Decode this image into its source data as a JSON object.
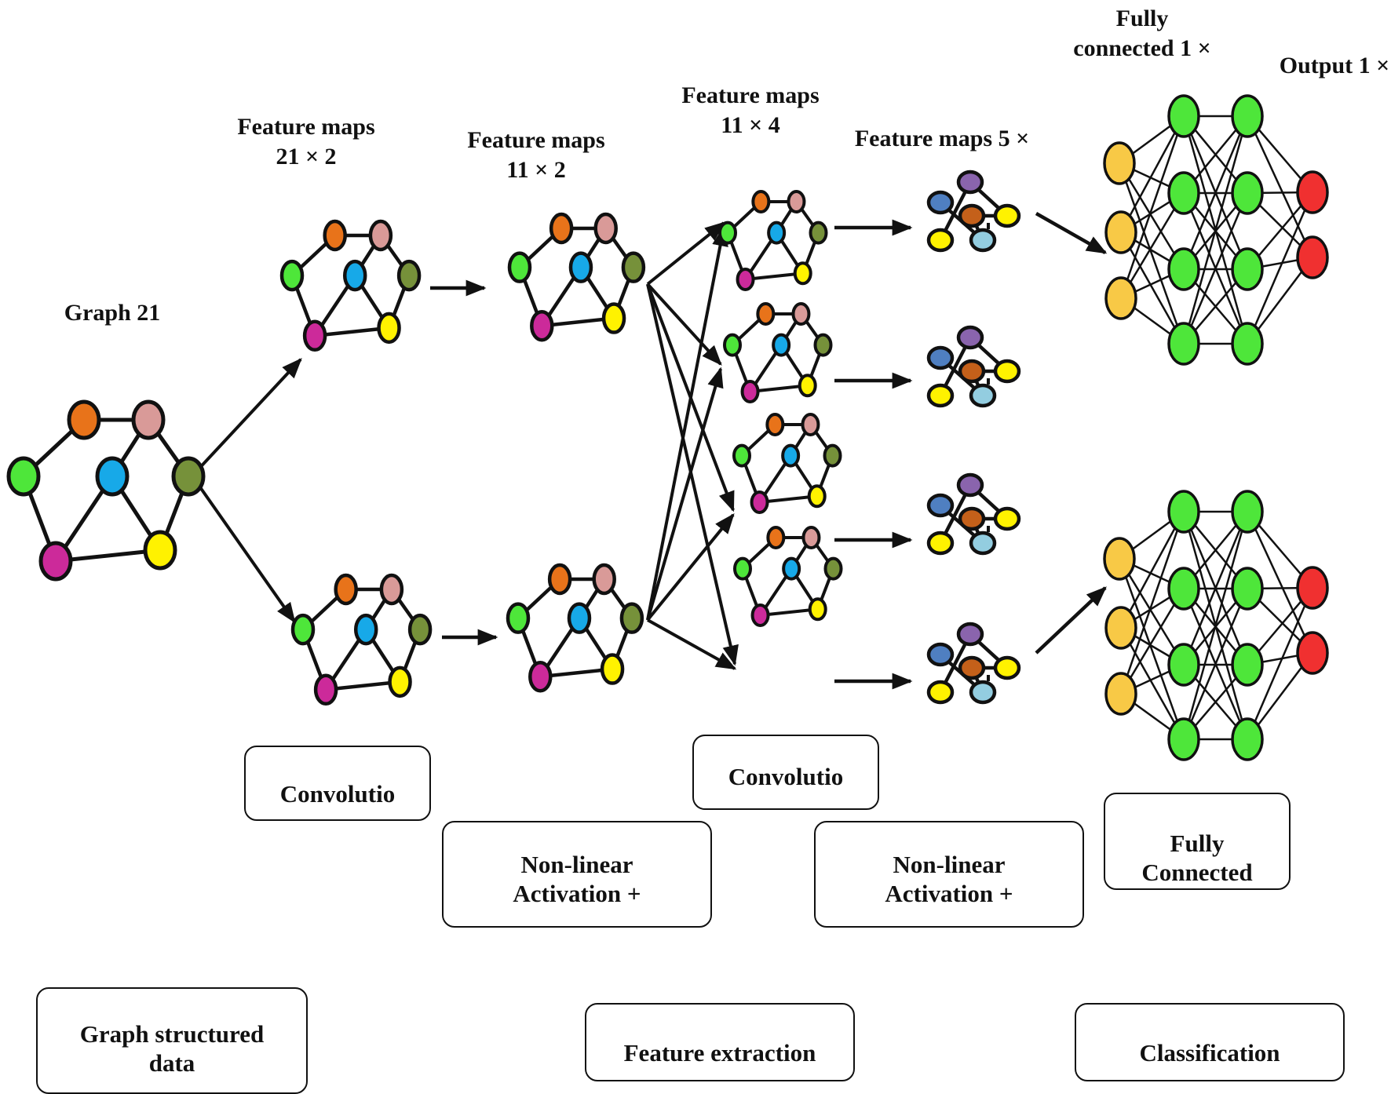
{
  "labels": {
    "graph_input": "Graph 21",
    "fm_21x2": [
      "Feature maps",
      "21 × 2"
    ],
    "fm_11x2": [
      "Feature maps",
      "11 × 2"
    ],
    "fm_11x4": [
      "Feature maps",
      "11 × 4"
    ],
    "fm_5x": [
      "Feature maps 5 ×"
    ],
    "fully_connected": [
      "Fully",
      "connected 1 ×"
    ],
    "output": [
      "Output 1 ×"
    ]
  },
  "stage_boxes": {
    "convolution_1": "Convolutio",
    "activation_1": "Non-linear\nActivation +",
    "convolution_2": "Convolutio",
    "activation_2": "Non-linear\nActivation +",
    "fully_connected": "Fully\nConnected"
  },
  "phase_boxes": {
    "graph_data": "Graph structured\ndata",
    "feature_extraction": "Feature extraction",
    "classification": "Classification"
  },
  "colors": {
    "green": "#4ee63a",
    "orange": "#e8731a",
    "pink": "#d99a98",
    "blue": "#17a9e8",
    "olive": "#76913a",
    "magenta": "#cc2a9a",
    "yellow": "#fff200",
    "purple": "#8a64ad",
    "steel_blue": "#4f7fc1",
    "rust": "#c4601a",
    "light_blue": "#93cde0",
    "fc_input": "#f8c946",
    "fc_hidden": "#4ee63a",
    "fc_output": "#f03030"
  },
  "network": {
    "fc_layers": [
      3,
      4,
      4,
      2
    ],
    "fc_networks": 2,
    "pooled_graphs": 4,
    "conv2_graphs": 4,
    "conv1_graphs": 2
  }
}
